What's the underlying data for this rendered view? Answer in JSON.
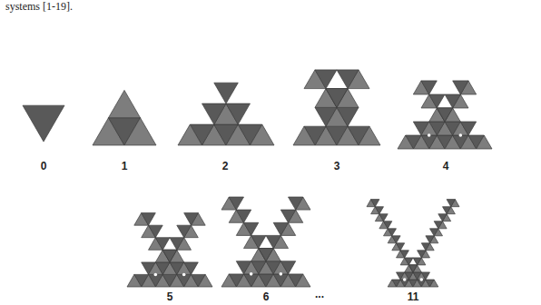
{
  "diagram": {
    "labels": [
      "systems [1-19].",
      "0",
      "1",
      "2",
      "3",
      "4",
      "5",
      "6",
      "...",
      "11"
    ]
  }
}
